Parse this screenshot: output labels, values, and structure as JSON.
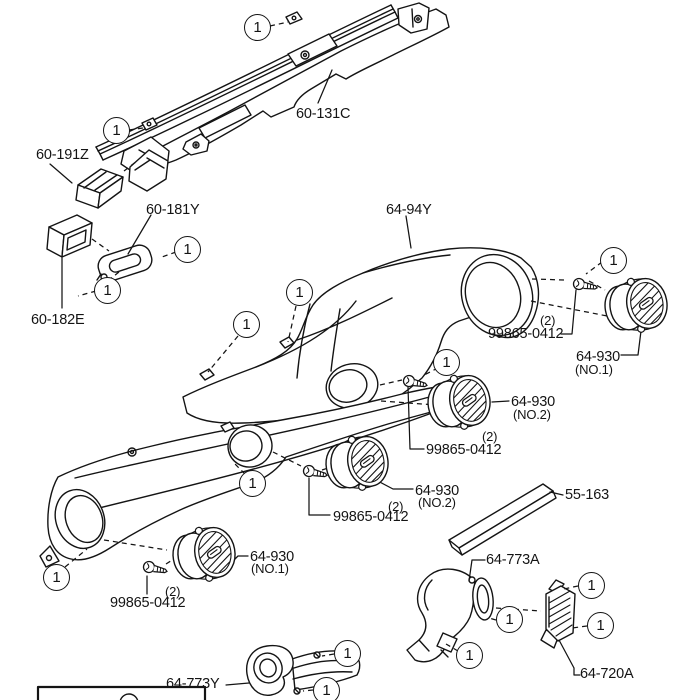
{
  "diagram": {
    "type": "exploded-parts-diagram",
    "background_color": "#ffffff",
    "ink_color": "#141414",
    "callout": {
      "symbol": "1"
    },
    "labels": [
      {
        "text": "60-131C"
      },
      {
        "text": "60-191Z"
      },
      {
        "text": "60-181Y"
      },
      {
        "text": "60-182E"
      },
      {
        "text": "64-94Y"
      },
      {
        "text": "(2)"
      },
      {
        "text": "99865-0412"
      },
      {
        "text": "64-930"
      },
      {
        "text": "(NO.1)"
      },
      {
        "text": "64-930"
      },
      {
        "text": "(NO.2)"
      },
      {
        "text": "(2)"
      },
      {
        "text": "99865-0412"
      },
      {
        "text": "64-930"
      },
      {
        "text": "(NO.2)"
      },
      {
        "text": "(2)"
      },
      {
        "text": "99865-0412"
      },
      {
        "text": "55-163"
      },
      {
        "text": "64-930"
      },
      {
        "text": "(NO.1)"
      },
      {
        "text": "(2)"
      },
      {
        "text": "99865-0412"
      },
      {
        "text": "64-773A"
      },
      {
        "text": "64-773Y"
      },
      {
        "text": "64-720A"
      }
    ]
  }
}
